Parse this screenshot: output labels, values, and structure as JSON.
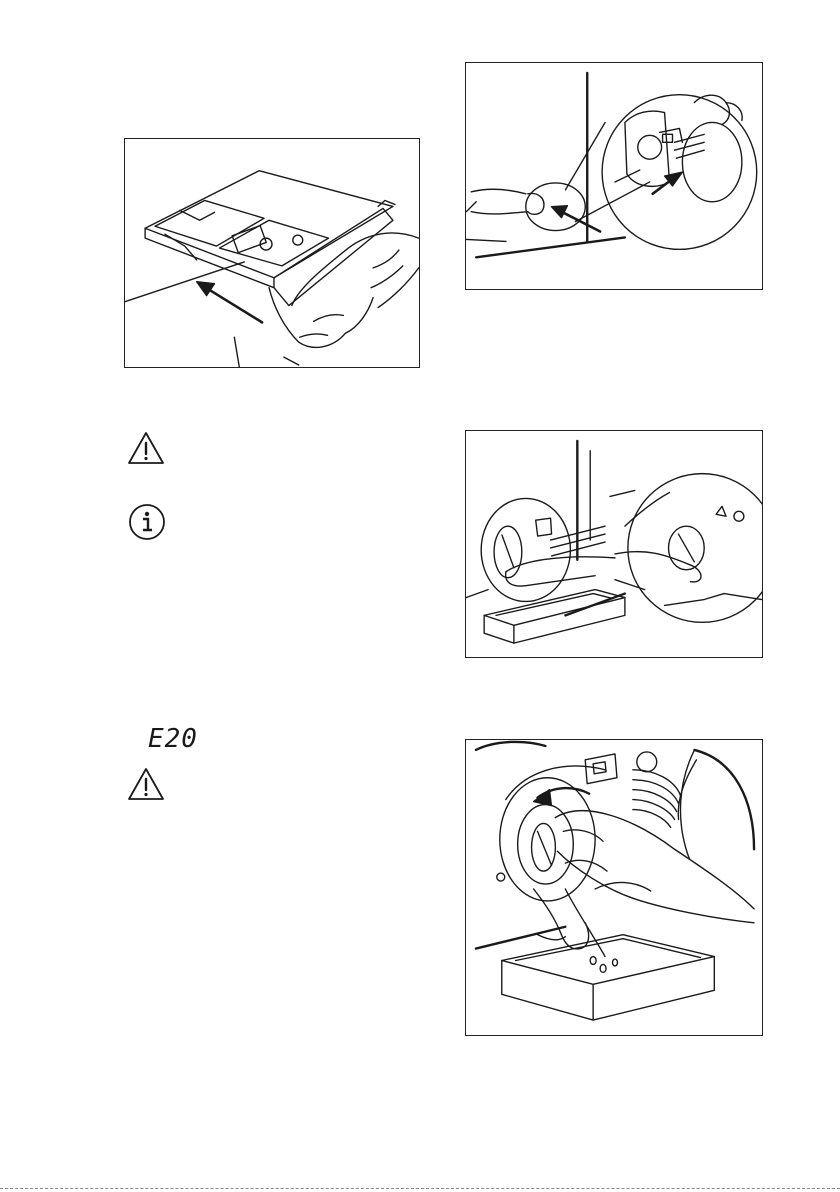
{
  "error_display": {
    "code": "E20"
  },
  "icons": {
    "warning_1": "warning-icon",
    "info": "info-icon",
    "warning_2": "warning-icon"
  },
  "illustrations": [
    "remove-detergent-dispenser",
    "open-pump-cover",
    "place-container-under-pump",
    "drain-water-from-pump"
  ]
}
